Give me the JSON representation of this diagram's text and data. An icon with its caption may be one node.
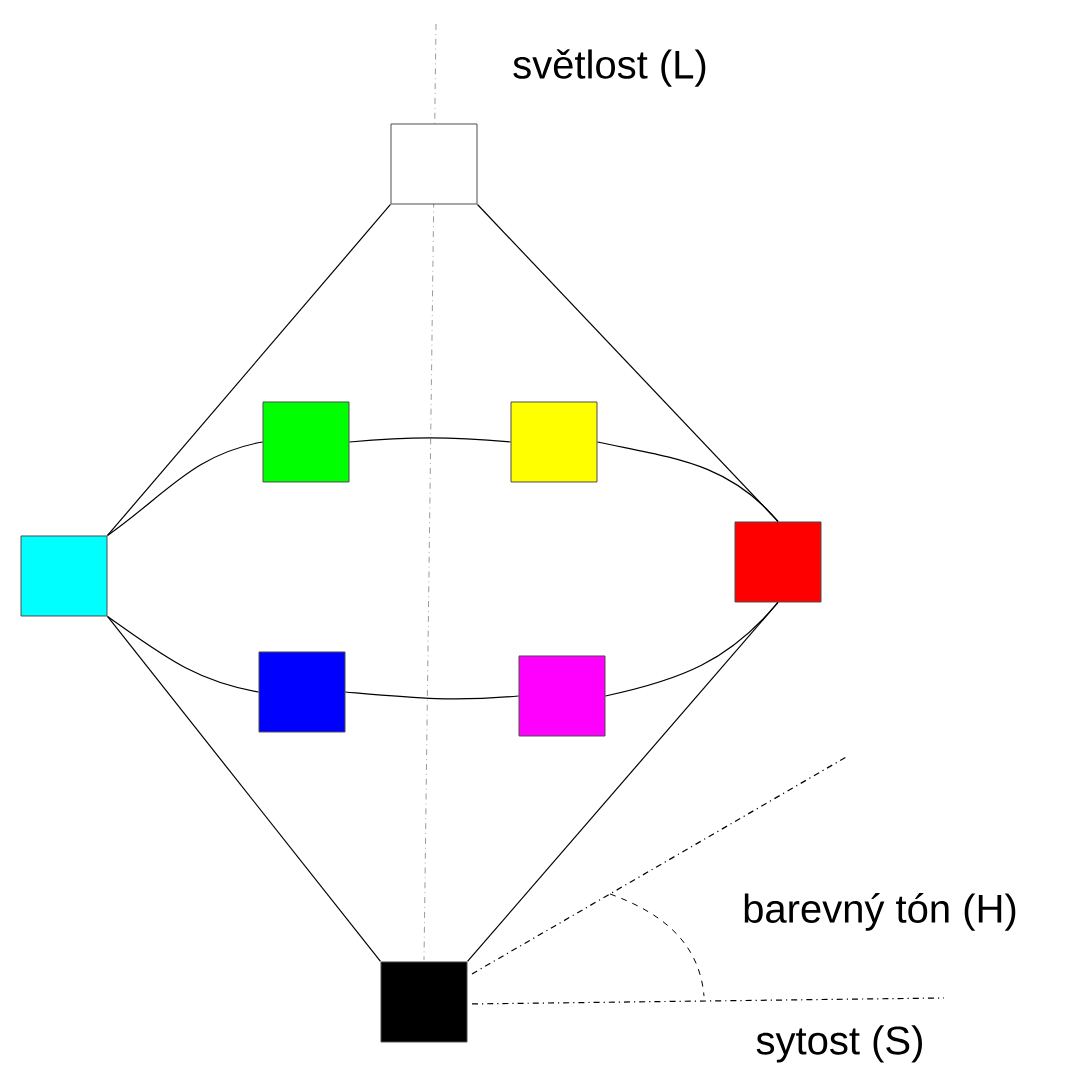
{
  "diagram": {
    "nodes": [
      {
        "text": [],
        "shape": "box"
      },
      {
        "text": [],
        "shape": "box"
      },
      {
        "text": [],
        "shape": "box"
      },
      {
        "text": [],
        "shape": "box"
      },
      {
        "text": [],
        "shape": "box"
      },
      {
        "text": [],
        "shape": "box"
      },
      {
        "text": [],
        "shape": "box"
      },
      {
        "text": [],
        "shape": "box"
      }
    ],
    "edges": [
      {
        "from": 0,
        "to": 3,
        "arrow": "none"
      },
      {
        "from": 0,
        "to": 4,
        "arrow": "none"
      },
      {
        "from": 3,
        "to": 1,
        "arrow": "none"
      },
      {
        "from": 1,
        "to": 2,
        "arrow": "none"
      },
      {
        "from": 2,
        "to": 4,
        "arrow": "none"
      },
      {
        "from": 3,
        "to": 5,
        "arrow": "none"
      },
      {
        "from": 5,
        "to": 6,
        "arrow": "none"
      },
      {
        "from": 6,
        "to": 4,
        "arrow": "none"
      },
      {
        "from": 3,
        "to": 7,
        "arrow": "none"
      },
      {
        "from": 4,
        "to": 7,
        "arrow": "none"
      }
    ],
    "labels": [
      "světlost (L)",
      "barevný tón (H)",
      "sytost (S)"
    ]
  }
}
